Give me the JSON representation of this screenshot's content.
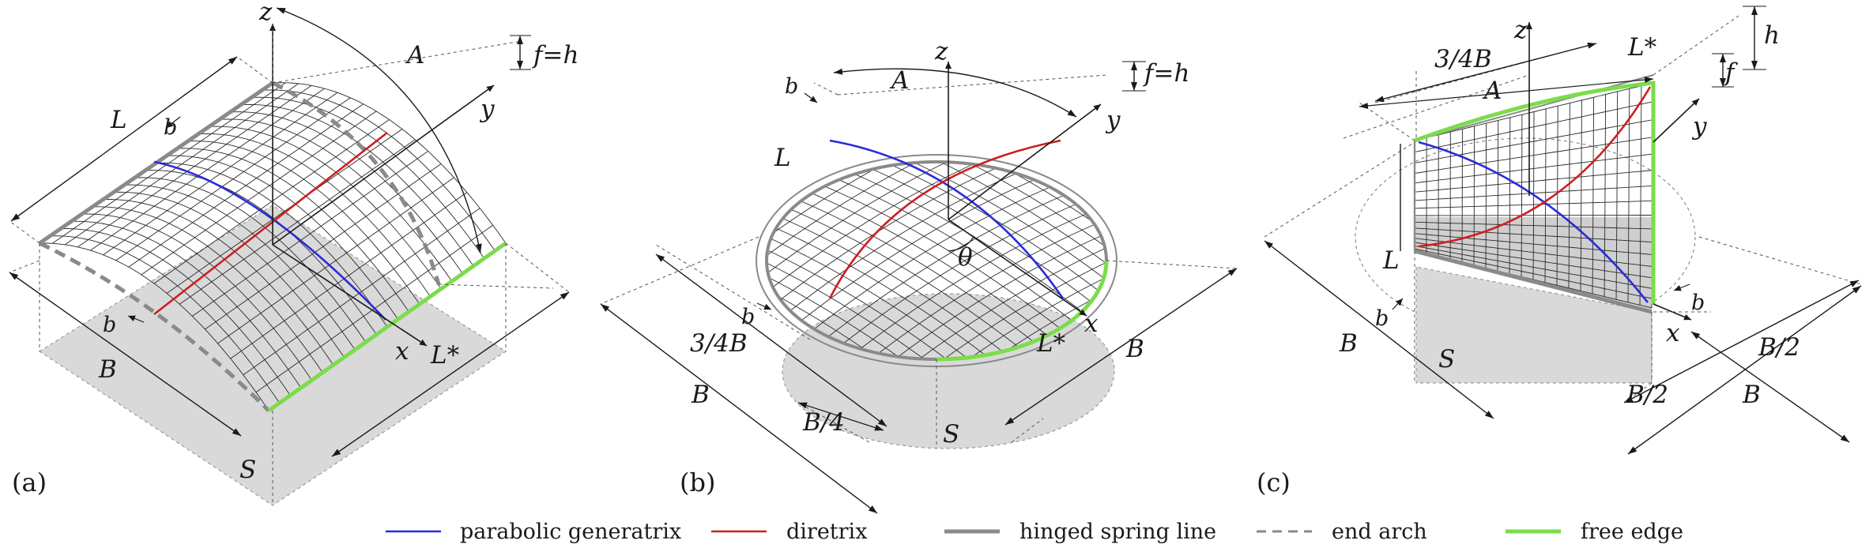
{
  "legend": [
    {
      "label": "parabolic generatrix",
      "color": "#2b2bd9",
      "style": "solid"
    },
    {
      "label": "diretrix",
      "color": "#cc1f1f",
      "style": "solid"
    },
    {
      "label": "hinged spring line",
      "color": "#8a8a8a",
      "style": "solid-thick"
    },
    {
      "label": "end arch",
      "color": "#8a8a8a",
      "style": "dashed"
    },
    {
      "label": "free edge",
      "color": "#7cdc4c",
      "style": "solid-thick"
    }
  ],
  "panels": {
    "a": {
      "tag": "(a)",
      "labels": {
        "z": "z",
        "A": "A",
        "fh": "f=h",
        "L": "L",
        "b1": "b",
        "y": "y",
        "b2": "b",
        "x": "x",
        "Lstar": "L*",
        "B": "B",
        "S": "S"
      }
    },
    "b": {
      "tag": "(b)",
      "labels": {
        "z": "z",
        "fh": "f=h",
        "b1": "b",
        "A": "A",
        "y": "y",
        "L": "L",
        "theta": "θ",
        "b2": "b",
        "x": "x",
        "Lstar": "L*",
        "B34": "3/4B",
        "B_left": "B",
        "B_right": "B",
        "B4": "B/4",
        "S": "S"
      }
    },
    "c": {
      "tag": "(c)",
      "labels": {
        "z": "z",
        "h": "h",
        "B34": "3/4B",
        "Lstar": "L*",
        "f": "f",
        "A": "A",
        "y": "y",
        "L": "L",
        "b1": "b",
        "b2": "b",
        "x": "x",
        "B_left": "B",
        "S": "S",
        "B2a": "B/2",
        "B2b": "B/2",
        "B_right": "B"
      }
    }
  },
  "colors": {
    "generatrix": "#2b2bd9",
    "directrix": "#cc1f1f",
    "spring": "#8a8a8a",
    "free_edge": "#7cdc4c",
    "footprint": "#d9d9d9",
    "mesh": "#2a2a2a"
  }
}
